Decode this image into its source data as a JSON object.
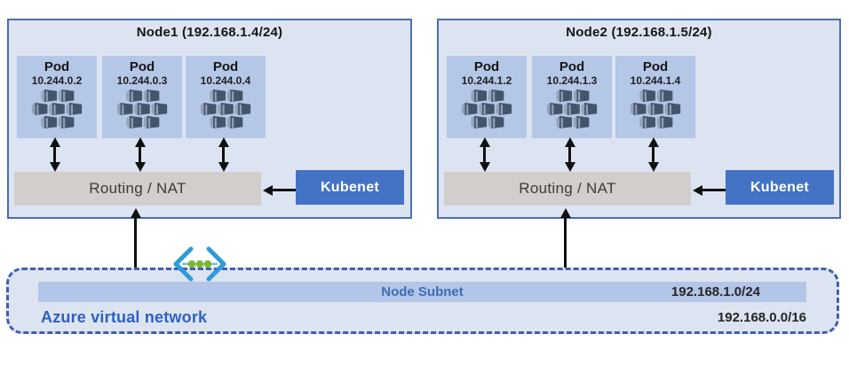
{
  "nodes": [
    {
      "title": "Node1 (192.168.1.4/24)",
      "pods": [
        {
          "label": "Pod",
          "ip": "10.244.0.2"
        },
        {
          "label": "Pod",
          "ip": "10.244.0.3"
        },
        {
          "label": "Pod",
          "ip": "10.244.0.4"
        }
      ],
      "routing_label": "Routing / NAT",
      "kubenet_label": "Kubenet"
    },
    {
      "title": "Node2 (192.168.1.5/24)",
      "pods": [
        {
          "label": "Pod",
          "ip": "10.244.1.2"
        },
        {
          "label": "Pod",
          "ip": "10.244.1.3"
        },
        {
          "label": "Pod",
          "ip": "10.244.1.4"
        }
      ],
      "routing_label": "Routing / NAT",
      "kubenet_label": "Kubenet"
    }
  ],
  "vnet": {
    "label": "Azure virtual network",
    "subnet": {
      "label": "Node Subnet",
      "cidr": "192.168.1.0/24"
    },
    "cidr": "192.168.0.0/16"
  },
  "icons": {
    "pod_icon": "containers-cluster-icon",
    "network_icon": "virtual-network-icon"
  },
  "colors": {
    "node_fill": "#dce4f2",
    "node_border": "#4a6fae",
    "pod_fill": "#b4c7e7",
    "pod_icon": "#44546a",
    "routing_fill": "#d1cecb",
    "kubenet_fill": "#4472c4",
    "kubenet_text": "#ffffff",
    "vnet_border": "#3f5fad",
    "subnet_bar_fill": "#b3c6e7",
    "subnet_label_text": "#3e6db5",
    "vnet_label_text": "#2e5fc2",
    "arrow": "#101010",
    "network_icon_bracket": "#2e9bd6",
    "network_icon_dot": "#7cb82f"
  }
}
